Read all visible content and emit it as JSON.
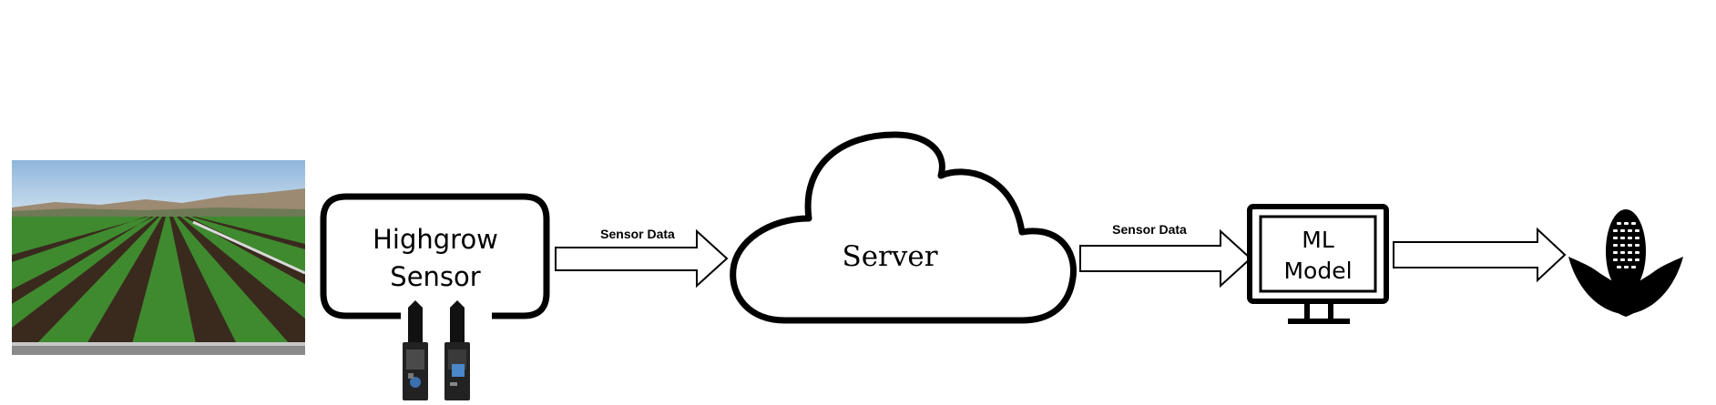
{
  "diagram": {
    "sensor_label_line1": "Highgrow",
    "sensor_label_line2": "Sensor",
    "server_label": "Server",
    "model_label_line1": "ML",
    "model_label_line2": "Model",
    "arrow1_label": "Sensor Data",
    "arrow2_label": "Sensor Data"
  },
  "icons": {
    "field": "field-photo",
    "sensor": "sensor-probe-icon",
    "cloud": "cloud-icon",
    "monitor": "monitor-icon",
    "output": "corn-icon"
  },
  "colors": {
    "stroke": "#000000",
    "background": "#ffffff",
    "sky": "#a9c9e6",
    "crop": "#3f8a2f",
    "soil": "#3a2a1e"
  }
}
